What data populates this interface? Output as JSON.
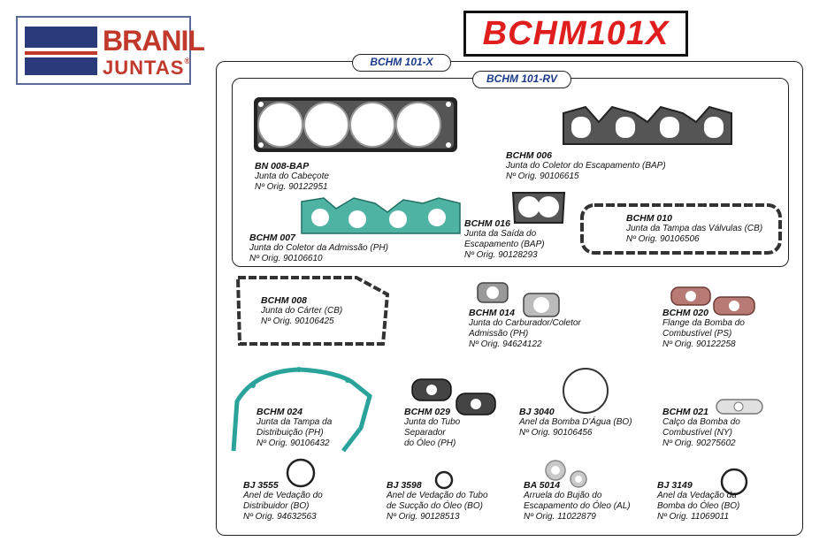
{
  "header": {
    "brand_name": "BRANIL",
    "brand_sub": "JUNTAS",
    "kit_code": "BCHM101X",
    "brand_colors": {
      "red": "#c0392b",
      "blue": "#2b3a7a"
    }
  },
  "outer_tag": "BCHM 101-X",
  "inner_tag": "BCHM 101-RV",
  "parts": [
    {
      "id": "bn008",
      "code": "BN 008-BAP",
      "name1": "Junta do Cabeçote",
      "name2": "",
      "orig": "Nº Orig. 90122951"
    },
    {
      "id": "bchm006",
      "code": "BCHM 006",
      "name1": "Junta do Coletor do Escapamento (BAP)",
      "name2": "",
      "orig": "Nº Orig. 90106615"
    },
    {
      "id": "bchm007",
      "code": "BCHM 007",
      "name1": "Junta do Coletor da Admissão (PH)",
      "name2": "",
      "orig": "Nº Orig. 90106610"
    },
    {
      "id": "bchm016",
      "code": "BCHM 016",
      "name1": "Junta da Saída do",
      "name2": "Escapamento (BAP)",
      "orig": "Nº Orig. 90128293"
    },
    {
      "id": "bchm010",
      "code": "BCHM 010",
      "name1": "Junta da Tampa das Válvulas (CB)",
      "name2": "",
      "orig": "Nº Orig. 90106506"
    },
    {
      "id": "bchm008",
      "code": "BCHM 008",
      "name1": "Junta do Cárter (CB)",
      "name2": "",
      "orig": "Nº Orig. 90106425"
    },
    {
      "id": "bchm014",
      "code": "BCHM 014",
      "name1": "Junta do Carburador/Coletor",
      "name2": "Admissão (PH)",
      "orig": "Nº Orig. 94624122"
    },
    {
      "id": "bchm020",
      "code": "BCHM 020",
      "name1": "Flange da Bomba do",
      "name2": "Combustível (PS)",
      "orig": "Nº Orig. 90122258"
    },
    {
      "id": "bchm024",
      "code": "BCHM 024",
      "name1": "Junta da Tampa da",
      "name2": "Distribuição (PH)",
      "orig": "Nº Orig. 90106432"
    },
    {
      "id": "bchm029",
      "code": "BCHM 029",
      "name1": "Junta do Tubo",
      "name2": "Separador",
      "name3": "do Óleo (PH)",
      "orig": ""
    },
    {
      "id": "bj3040",
      "code": "BJ 3040",
      "name1": "Anel da Bomba D'Água (BO)",
      "name2": "",
      "orig": "Nº Orig. 90106456"
    },
    {
      "id": "bchm021",
      "code": "BCHM 021",
      "name1": "Calço da Bomba do",
      "name2": "Combustível (NY)",
      "orig": "Nº Orig. 90275602"
    },
    {
      "id": "bj3555",
      "code": "BJ 3555",
      "name1": "Anel de Vedação do",
      "name2": "Distribuidor (BO)",
      "orig": "Nº Orig. 94632563"
    },
    {
      "id": "bj3598",
      "code": "BJ 3598",
      "name1": "Anel de Vedação do Tubo",
      "name2": "de Sucção do Óleo (BO)",
      "orig": "Nº Orig. 90128513"
    },
    {
      "id": "ba5014",
      "code": "BA 5014",
      "name1": "Arruela do Bujão do",
      "name2": "Escapamento do Óleo (AL)",
      "orig": "Nº Orig. 11022879"
    },
    {
      "id": "bj3149",
      "code": "BJ 3149",
      "name1": "Anel da Vedação da",
      "name2": "Bomba do Óleo (BO)",
      "orig": "Nº Orig. 11069011"
    }
  ]
}
